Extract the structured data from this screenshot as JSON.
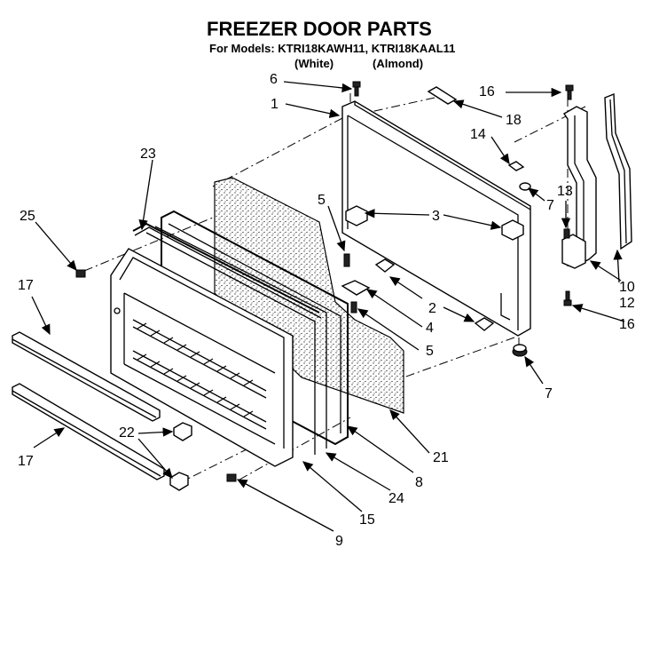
{
  "header": {
    "title": "FREEZER DOOR PARTS",
    "models_line": "For Models: KTRI18KAWH11, KTRI18KAAL11",
    "color_white": "(White)",
    "color_almond": "(Almond)"
  },
  "callouts": [
    {
      "id": "c1",
      "text": "1"
    },
    {
      "id": "c2",
      "text": "2"
    },
    {
      "id": "c3",
      "text": "3"
    },
    {
      "id": "c4",
      "text": "4"
    },
    {
      "id": "c5a",
      "text": "5"
    },
    {
      "id": "c5b",
      "text": "5"
    },
    {
      "id": "c6",
      "text": "6"
    },
    {
      "id": "c7a",
      "text": "7"
    },
    {
      "id": "c7b",
      "text": "7"
    },
    {
      "id": "c8",
      "text": "8"
    },
    {
      "id": "c9",
      "text": "9"
    },
    {
      "id": "c10",
      "text": "10"
    },
    {
      "id": "c12",
      "text": "12"
    },
    {
      "id": "c13",
      "text": "13"
    },
    {
      "id": "c14",
      "text": "14"
    },
    {
      "id": "c15",
      "text": "15"
    },
    {
      "id": "c16a",
      "text": "16"
    },
    {
      "id": "c16b",
      "text": "16"
    },
    {
      "id": "c17a",
      "text": "17"
    },
    {
      "id": "c17b",
      "text": "17"
    },
    {
      "id": "c18",
      "text": "18"
    },
    {
      "id": "c21",
      "text": "21"
    },
    {
      "id": "c22",
      "text": "22"
    },
    {
      "id": "c23",
      "text": "23"
    },
    {
      "id": "c24",
      "text": "24"
    },
    {
      "id": "c25",
      "text": "25"
    }
  ]
}
